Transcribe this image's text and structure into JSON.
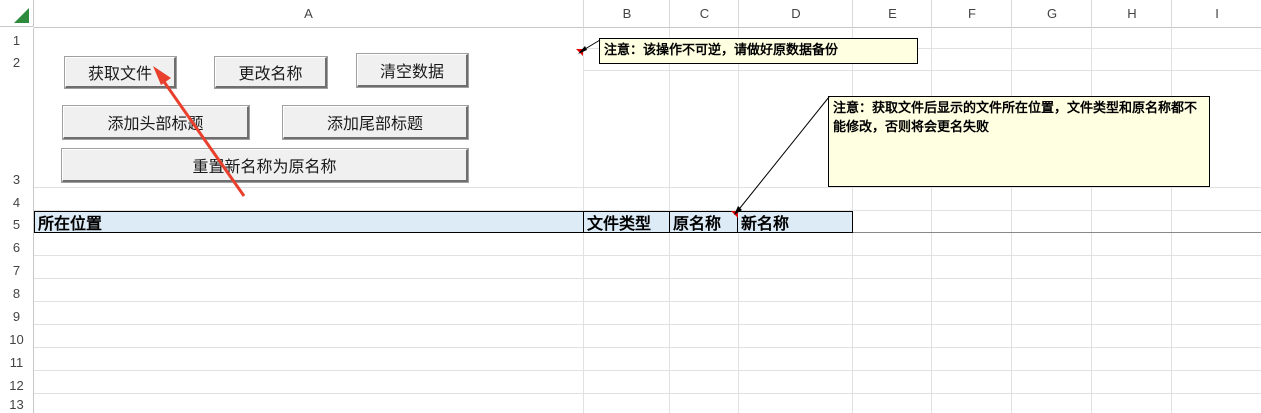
{
  "columns": [
    "A",
    "B",
    "C",
    "D",
    "E",
    "F",
    "G",
    "H",
    "I"
  ],
  "rows": [
    "1",
    "2",
    "3",
    "4",
    "5",
    "6",
    "7",
    "8",
    "9",
    "10",
    "11",
    "12",
    "13"
  ],
  "buttons": {
    "get_files": "获取文件",
    "rename": "更改名称",
    "clear_data": "清空数据",
    "add_head_title": "添加头部标题",
    "add_tail_title": "添加尾部标题",
    "reset_name": "重置新名称为原名称"
  },
  "notes": {
    "note1": "注意：该操作不可逆，请做好原数据备份",
    "note2": "注意：获取文件后显示的文件所在位置，文件类型和原名称都不能修改，否则将会更名失败"
  },
  "table": {
    "headers": [
      "所在位置",
      "文件类型",
      "原名称",
      "新名称"
    ],
    "header_color": "#ddebf7"
  },
  "colors": {
    "comment_marker": "#e00000",
    "arrow": "#e8402c",
    "note_bg": "#ffffe1",
    "corner_triangle": "#2e8b3d"
  }
}
